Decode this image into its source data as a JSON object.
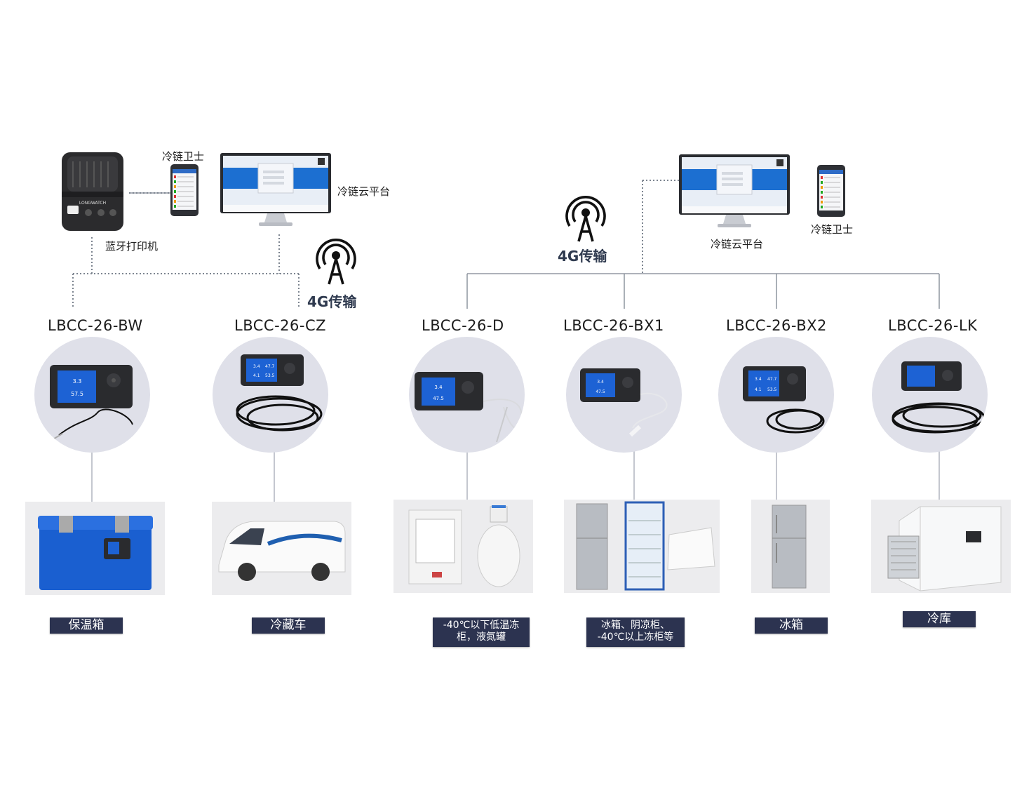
{
  "labels": {
    "phone_left": "冷链卫士",
    "cloud_left": "冷链云平台",
    "printer": "蓝牙打印机",
    "g4_left": "4G传输",
    "g4_right": "4G传输",
    "cloud_right": "冷链云平台",
    "phone_right": "冷链卫士"
  },
  "models": [
    "LBCC-26-BW",
    "LBCC-26-CZ",
    "LBCC-26-D",
    "LBCC-26-BX1",
    "LBCC-26-BX2",
    "LBCC-26-LK"
  ],
  "captions": {
    "bw": "保温箱",
    "cz": "冷藏车",
    "d_line1": "-40℃以下低温冻",
    "d_line2": "柜，液氮罐",
    "bx1_line1": "冰箱、阴凉柜、",
    "bx1_line2": "-40℃以上冻柜等",
    "bx2": "冰箱",
    "lk": "冷库"
  },
  "device_screens": {
    "bw": [
      "3.3",
      "57.5"
    ],
    "cz": [
      "3.4",
      "47.7",
      "4.1",
      "53.5"
    ],
    "d": [
      "3.4",
      "47.5"
    ],
    "bx1": [
      "3.4",
      "47.5"
    ],
    "bx2": [
      "3.4",
      "47.7",
      "4.1",
      "53.5"
    ]
  },
  "colors": {
    "badge": "#2c3350",
    "circle": "#dfe0e9",
    "line": "#7d8590",
    "accent_blue": "#1c6fd1"
  },
  "icons": {
    "printer": "printer-icon",
    "phone": "phone-icon",
    "monitor": "monitor-icon",
    "tower": "signal-tower-icon"
  }
}
